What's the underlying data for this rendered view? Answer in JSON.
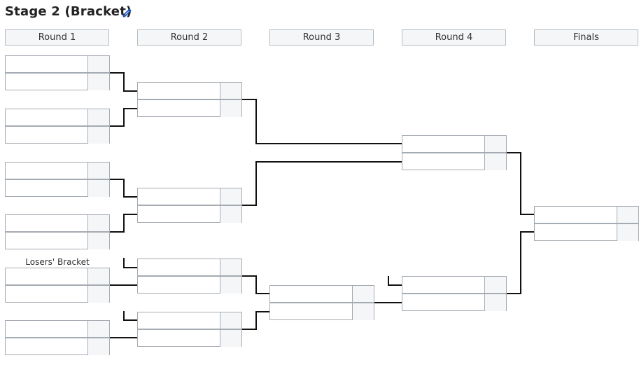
{
  "page": {
    "title": "Stage 2 (Bracket)"
  },
  "icons": {
    "edit": "pencil-edit-icon"
  },
  "rounds": [
    {
      "label": "Round 1"
    },
    {
      "label": "Round 2"
    },
    {
      "label": "Round 3"
    },
    {
      "label": "Round 4"
    },
    {
      "label": "Finals"
    }
  ],
  "sections": {
    "losers_bracket_label": "Losers' Bracket"
  },
  "colors": {
    "accent_icon": "#1a56b8",
    "line": "#111111",
    "border": "#a5abb2",
    "score_bg": "#f5f6f8"
  }
}
